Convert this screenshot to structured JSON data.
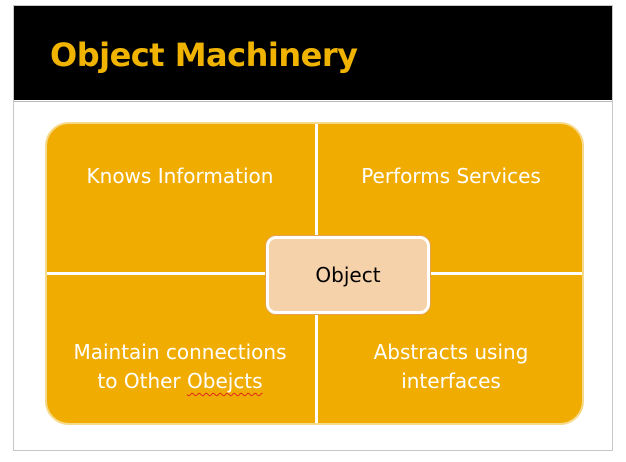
{
  "slide": {
    "title": "Object Machinery"
  },
  "diagram": {
    "center": "Object",
    "quadrants": {
      "top_left": [
        "Knows Information"
      ],
      "top_right": [
        "Performs Services"
      ],
      "bottom_left": [
        "Maintain connections",
        "to Other ",
        "Obejcts"
      ],
      "bottom_right": [
        "Abstracts using",
        "interfaces"
      ]
    }
  },
  "colors": {
    "title_bar": "#000000",
    "title_text": "#f0b400",
    "quadrant_fill": "#f0ac00",
    "center_fill": "#f5d2aa",
    "spellcheck_underline": "#e0281e"
  }
}
